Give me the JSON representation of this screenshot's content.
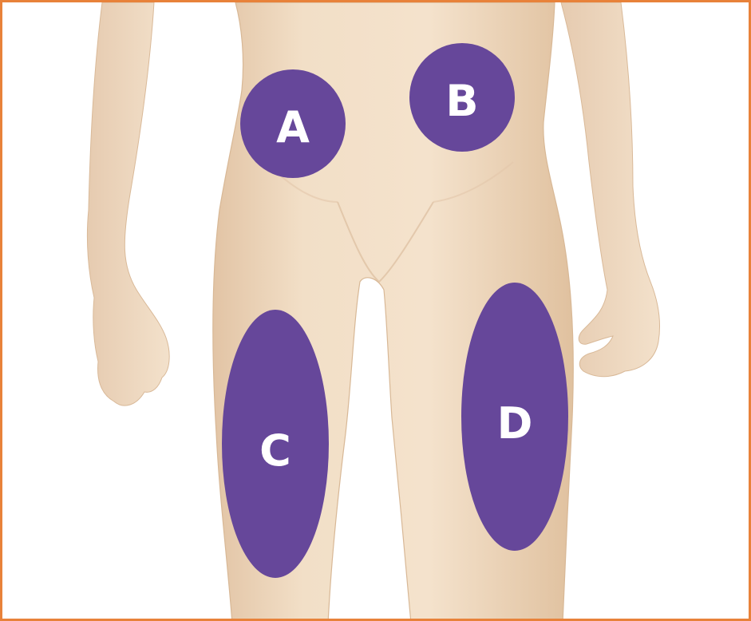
{
  "colors": {
    "frame": "#e8823a",
    "skin": "#f1dcc3",
    "skin_shadow": "#dcbd9e",
    "zone": "#66479a",
    "label": "#ffffff"
  },
  "zones": [
    {
      "id": "A",
      "label": "A"
    },
    {
      "id": "B",
      "label": "B"
    },
    {
      "id": "C",
      "label": "C"
    },
    {
      "id": "D",
      "label": "D"
    }
  ]
}
